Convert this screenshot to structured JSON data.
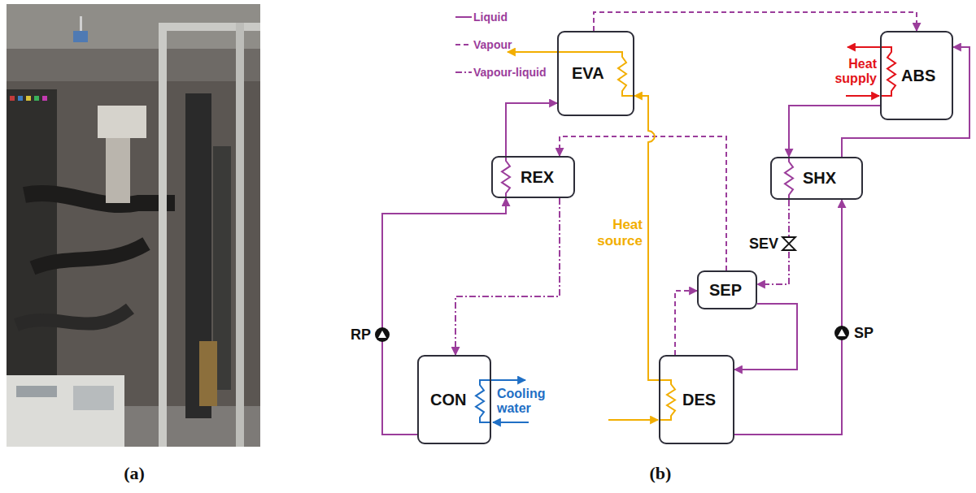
{
  "diagram": {
    "nodes": [
      {
        "text": [
          "EVA"
        ]
      },
      {
        "text": [
          "ABS"
        ]
      },
      {
        "text": [
          "REX"
        ]
      },
      {
        "text": [
          "SHX"
        ]
      },
      {
        "text": [
          "SEP"
        ]
      },
      {
        "text": [
          "CON"
        ]
      },
      {
        "text": [
          "DES"
        ]
      }
    ],
    "edges": [
      {
        "from": 5,
        "to": 2,
        "arrow": "to"
      },
      {
        "from": 2,
        "to": 0,
        "arrow": "to"
      },
      {
        "from": 0,
        "to": 1,
        "arrow": "to"
      },
      {
        "from": 1,
        "to": 3,
        "arrow": "to"
      },
      {
        "from": 3,
        "to": 4,
        "arrow": "to"
      },
      {
        "from": 4,
        "to": 2,
        "arrow": "to"
      },
      {
        "from": 4,
        "to": 6,
        "arrow": "to"
      },
      {
        "from": 6,
        "to": 4,
        "arrow": "to"
      },
      {
        "from": 6,
        "to": 3,
        "arrow": "to"
      },
      {
        "from": 3,
        "to": 1,
        "arrow": "to"
      },
      {
        "from": 2,
        "to": 5,
        "arrow": "to"
      },
      {
        "from": 6,
        "to": 0,
        "arrow": "to"
      }
    ],
    "labels": [
      "Heat supply",
      "Heat source",
      "Cooling water",
      "SEV",
      "RP",
      "SP",
      "(a)",
      "(b)"
    ],
    "legend": [
      {
        "text": "Liquid"
      },
      {
        "text": "Vapour"
      },
      {
        "text": "Vapour-liquid"
      }
    ]
  }
}
